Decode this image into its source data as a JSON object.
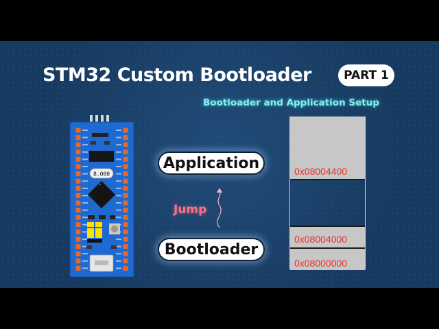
{
  "title": "STM32 Custom Bootloader",
  "badge": "PART 1",
  "subtitle": "Bootloader and Application Setup",
  "board": {
    "chip_label": "8.000"
  },
  "blocks": {
    "application": "Application",
    "bootloader": "Bootloader"
  },
  "jump_label": "Jump",
  "memory_map": {
    "addresses": [
      "0x08004400",
      "0x08004000",
      "0x08000000"
    ]
  },
  "colors": {
    "background": "#173a60",
    "subtitle": "#7ff0ee",
    "jump": "#ff6f86",
    "address": "#e5322d",
    "board_blue": "#1f6ad0",
    "pin_orange": "#e8672a"
  }
}
